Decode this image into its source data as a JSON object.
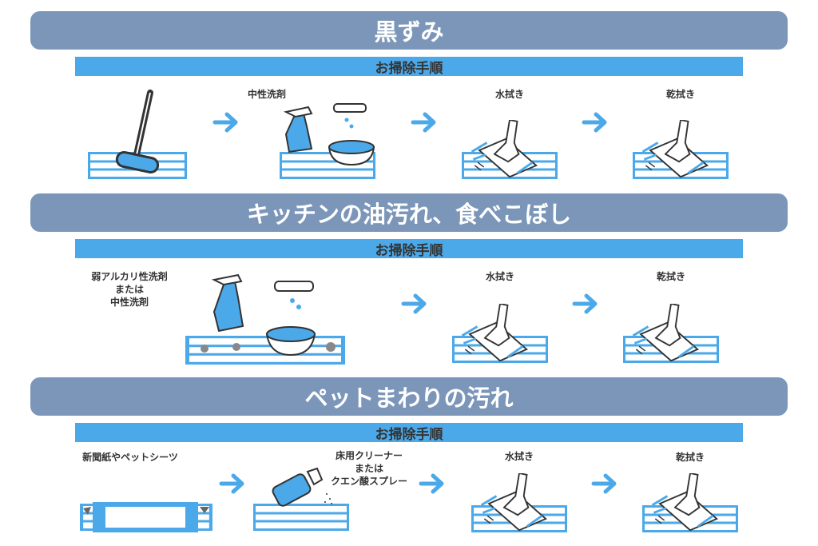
{
  "colors": {
    "header": "#7b96b9",
    "subbar": "#4ba9e9",
    "accent": "#4ba9e9"
  },
  "sections": [
    {
      "title": "黒ずみ",
      "subtitle": "お掃除手順",
      "steps": [
        {
          "label": ""
        },
        {
          "label": "中性洗剤"
        },
        {
          "label": "水拭き"
        },
        {
          "label": "乾拭き"
        }
      ]
    },
    {
      "title": "キッチンの油汚れ、食べこぼし",
      "subtitle": "お掃除手順",
      "steps": [
        {
          "label": [
            "弱アルカリ性洗剤",
            "または",
            "中性洗剤"
          ]
        },
        {
          "label": "水拭き"
        },
        {
          "label": "乾拭き"
        }
      ]
    },
    {
      "title": "ペットまわりの汚れ",
      "subtitle": "お掃除手順",
      "steps": [
        {
          "label": "新聞紙やペットシーツ"
        },
        {
          "label": [
            "床用クリーナー",
            "または",
            "クエン酸スプレー"
          ]
        },
        {
          "label": "水拭き"
        },
        {
          "label": "乾拭き"
        }
      ]
    }
  ]
}
